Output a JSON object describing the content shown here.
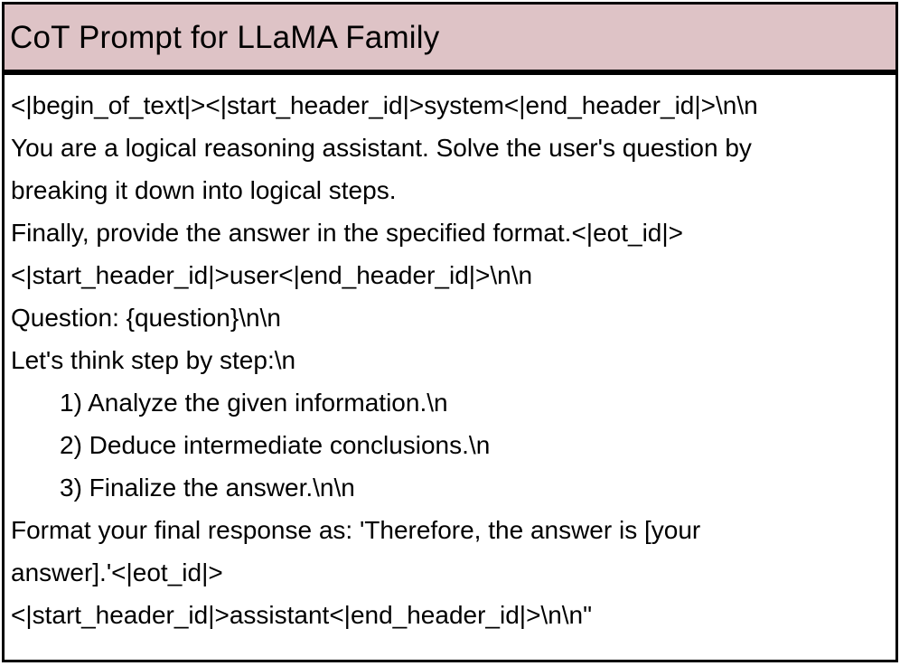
{
  "figure": {
    "title": "CoT Prompt for LLaMA Family"
  },
  "colors": {
    "header_bg": "#DEC3C6",
    "border": "#000000",
    "body_bg": "#FFFFFF",
    "text": "#000000"
  },
  "prompt": {
    "lines": [
      {
        "text": "<|begin_of_text|><|start_header_id|>system<|end_header_id|>\\n\\n",
        "indent": false
      },
      {
        "text": "You are a logical reasoning assistant. Solve the user's question by",
        "indent": false
      },
      {
        "text": "breaking it down into logical steps.",
        "indent": false
      },
      {
        "text": "Finally, provide the answer in the specified format.<|eot_id|>",
        "indent": false
      },
      {
        "text": "<|start_header_id|>user<|end_header_id|>\\n\\n",
        "indent": false
      },
      {
        "text": "Question: {question}\\n\\n",
        "indent": false
      },
      {
        "text": "Let's think step by step:\\n",
        "indent": false
      },
      {
        "text": "1) Analyze the given information.\\n",
        "indent": true
      },
      {
        "text": "2) Deduce intermediate conclusions.\\n",
        "indent": true
      },
      {
        "text": "3) Finalize the answer.\\n\\n",
        "indent": true
      },
      {
        "text": "Format your final response as: 'Therefore, the answer is [your",
        "indent": false
      },
      {
        "text": "answer].'<|eot_id|>",
        "indent": false
      },
      {
        "text": "<|start_header_id|>assistant<|end_header_id|>\\n\\n\"",
        "indent": false
      }
    ]
  }
}
